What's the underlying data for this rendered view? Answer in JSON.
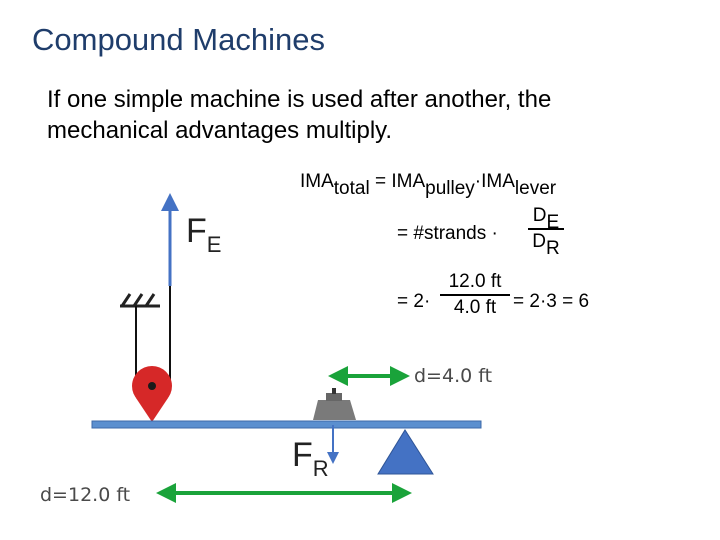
{
  "slide": {
    "title": "Compound Machines",
    "body": "If one simple machine is used after another, the mechanical advantages multiply."
  },
  "equation": {
    "line1": {
      "lhs": "IMA",
      "lhs_sub": "total",
      "eq": " = IMA",
      "pulley_sub": "pulley",
      "dot": "·IMA",
      "lever_sub": "lever"
    },
    "line2": {
      "prefix": "= #strands ·",
      "num": "D",
      "num_sub": "E",
      "den": "D",
      "den_sub": "R"
    },
    "line3": {
      "prefix": "= 2·",
      "num": "12.0 ft",
      "den": "4.0 ft",
      "suffix": "= 2·3 = 6"
    }
  },
  "diagram": {
    "effort_force": {
      "label": "F",
      "sub": "E"
    },
    "resistance_force": {
      "label": "F",
      "sub": "R"
    },
    "short_distance": "d=4.0 ft",
    "long_distance": "d=12.0 ft",
    "colors": {
      "arrow_blue": "#4472c4",
      "green": "#1aa33a",
      "red": "#d62828",
      "beam": "#5b8fcf",
      "fulcrum": "#4472c4",
      "weight": "#7a7a7a"
    }
  }
}
